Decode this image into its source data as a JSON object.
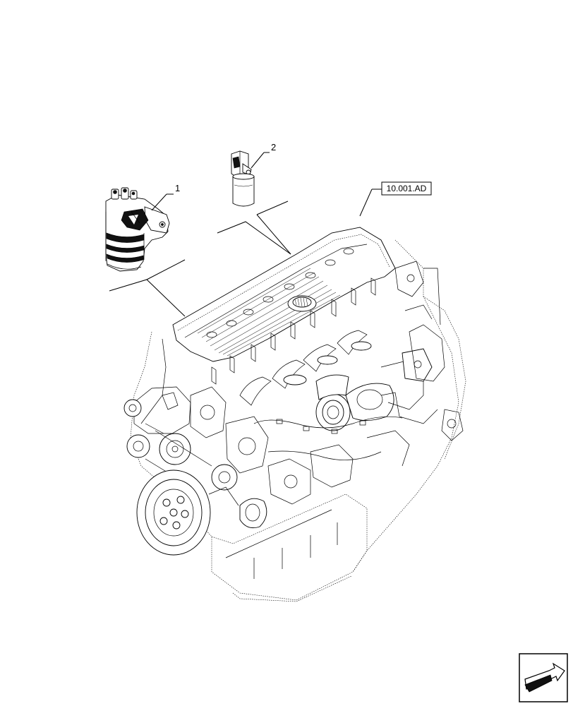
{
  "diagram": {
    "callouts": [
      {
        "id": "1",
        "label": "1"
      },
      {
        "id": "2",
        "label": "2"
      }
    ],
    "reference_box": {
      "label": "10.001.AD"
    },
    "icons": {
      "corner": "next-page-arrow-icon",
      "part1": "fuel-filter-assembly-icon",
      "part2": "fuel-filter-cartridge-icon",
      "engine": "engine-assembly-icon"
    }
  }
}
